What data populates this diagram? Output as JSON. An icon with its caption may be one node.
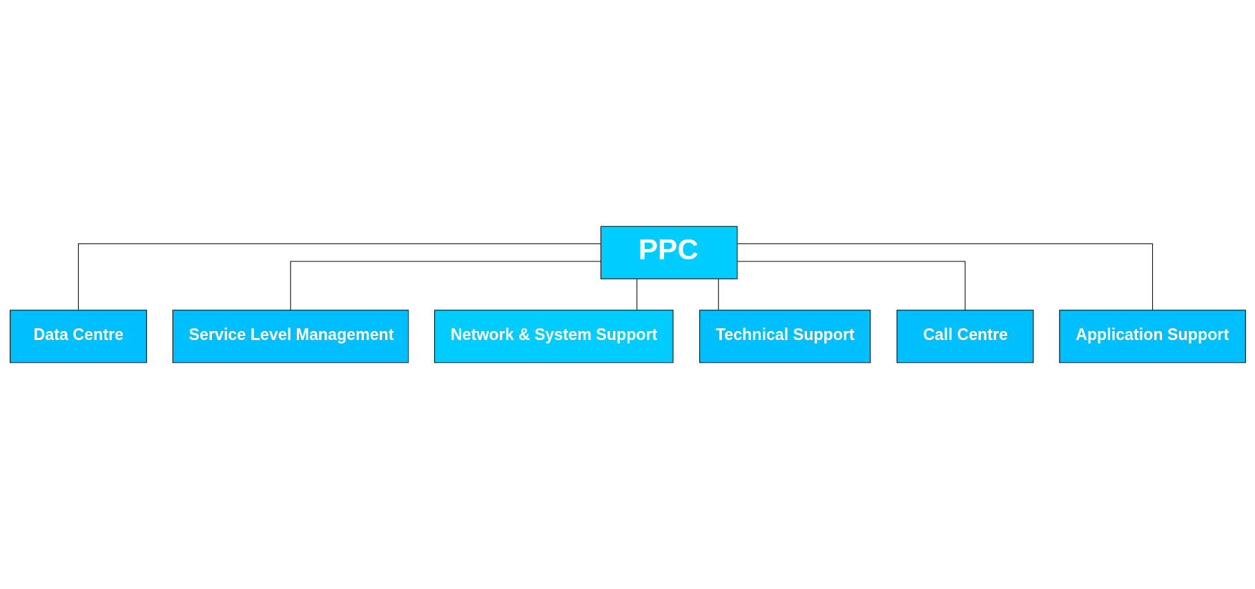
{
  "diagram": {
    "nodes": [
      {
        "text": [
          "PPC"
        ]
      },
      {
        "text": [
          "Data Centre"
        ]
      },
      {
        "text": [
          "Service Level Management"
        ]
      },
      {
        "text": [
          "Network & System Support"
        ]
      },
      {
        "text": [
          "Technical Support"
        ]
      },
      {
        "text": [
          "Call Centre"
        ]
      },
      {
        "text": [
          "Application Support"
        ]
      }
    ],
    "edges": [
      {
        "from": 0,
        "to": 1,
        "arrow": "none"
      },
      {
        "from": 0,
        "to": 2,
        "arrow": "none"
      },
      {
        "from": 0,
        "to": 5,
        "arrow": "none"
      },
      {
        "from": 0,
        "to": 3,
        "arrow": "none"
      },
      {
        "from": 0,
        "to": 6,
        "arrow": "none"
      },
      {
        "from": 0,
        "to": 4,
        "arrow": "none"
      }
    ]
  }
}
